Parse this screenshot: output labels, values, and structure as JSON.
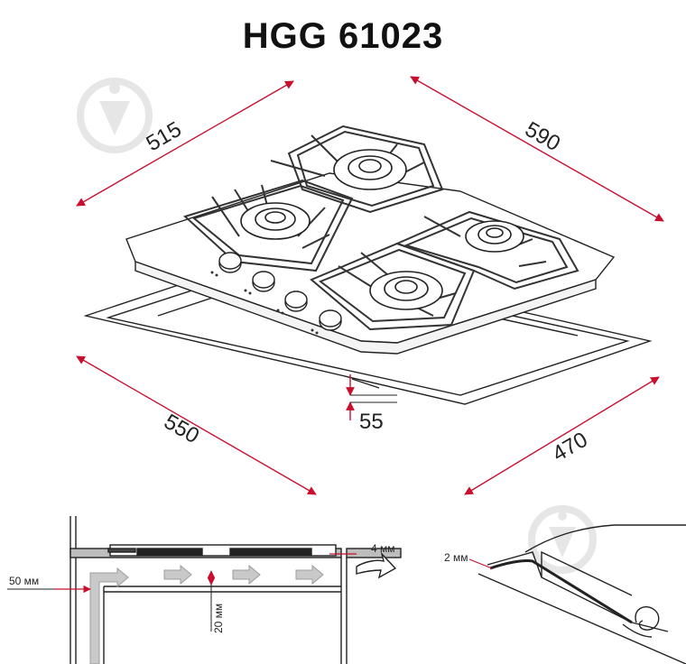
{
  "title": "HGG 61023",
  "dimensions": {
    "top_depth": "515",
    "top_width": "590",
    "cutout_width": "550",
    "cutout_depth": "470",
    "height": "55"
  },
  "install_section": {
    "gap_side": "50 мм",
    "gap_top": "4 мм",
    "gap_bottom": "20 мм",
    "seal_thickness": "2 мм"
  },
  "colors": {
    "dimension_line": "#c8102e",
    "outline": "#222222",
    "airflow_arrow": "#bdbdbd",
    "watermark": "#e6e6e6"
  }
}
